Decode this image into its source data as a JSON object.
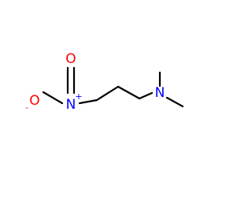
{
  "molecule": {
    "atoms": {
      "nitro_nitrogen": {
        "label": "N",
        "charge": "+",
        "color": "#0000ff"
      },
      "oxygen_double": {
        "label": "O",
        "color": "#ff0000"
      },
      "oxygen_single": {
        "label": "O",
        "charge": "-",
        "color": "#ff0000"
      },
      "amine_nitrogen": {
        "label": "N",
        "color": "#0000ff"
      }
    }
  }
}
